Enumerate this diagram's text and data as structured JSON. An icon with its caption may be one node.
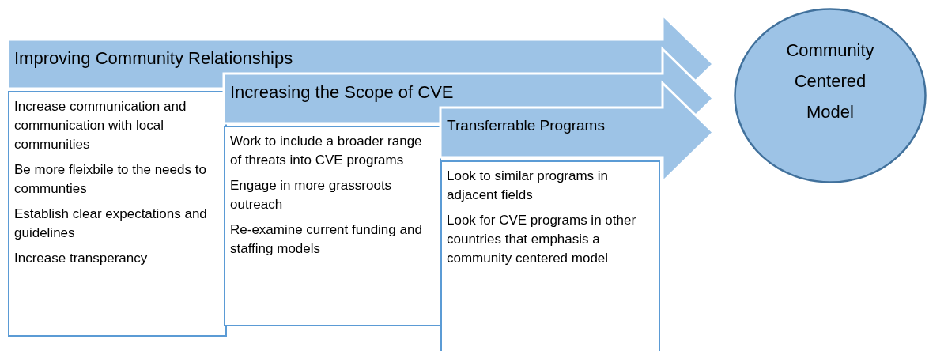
{
  "diagram": {
    "nodes": [
      {
        "text": [
          "Improving Community Relationships"
        ]
      },
      {
        "text": [
          "Increase communication and communication with local communities",
          "Be more fleixbile to the needs to communties",
          "Establish clear expectations and guidelines",
          "Increase transperancy"
        ]
      },
      {
        "text": [
          "Increasing the Scope of CVE"
        ]
      },
      {
        "text": [
          "Work to include a broader range of threats into CVE programs",
          "Engage in more grassroots outreach",
          "Re-examine current funding and staffing models"
        ]
      },
      {
        "text": [
          "Transferrable Programs"
        ]
      },
      {
        "text": [
          "Look to similar programs in adjacent fields",
          "Look for CVE programs in other countries that emphasis a community centered model"
        ]
      },
      {
        "text": [
          "Community Centered Model"
        ]
      }
    ]
  }
}
